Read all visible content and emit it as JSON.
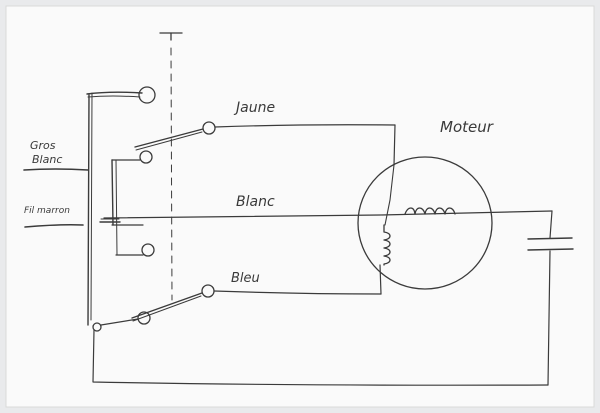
{
  "labels": {
    "gros_blanc_line1": "Gros",
    "gros_blanc_line2": "Blanc",
    "fil_marron": "Fil marron",
    "jaune": "Jaune",
    "blanc": "Blanc",
    "bleu": "Bleu",
    "moteur": "Moteur"
  },
  "colors": {
    "paper": "#fafafa",
    "ink": "#3b3b3b",
    "background": "#e9eaec"
  }
}
